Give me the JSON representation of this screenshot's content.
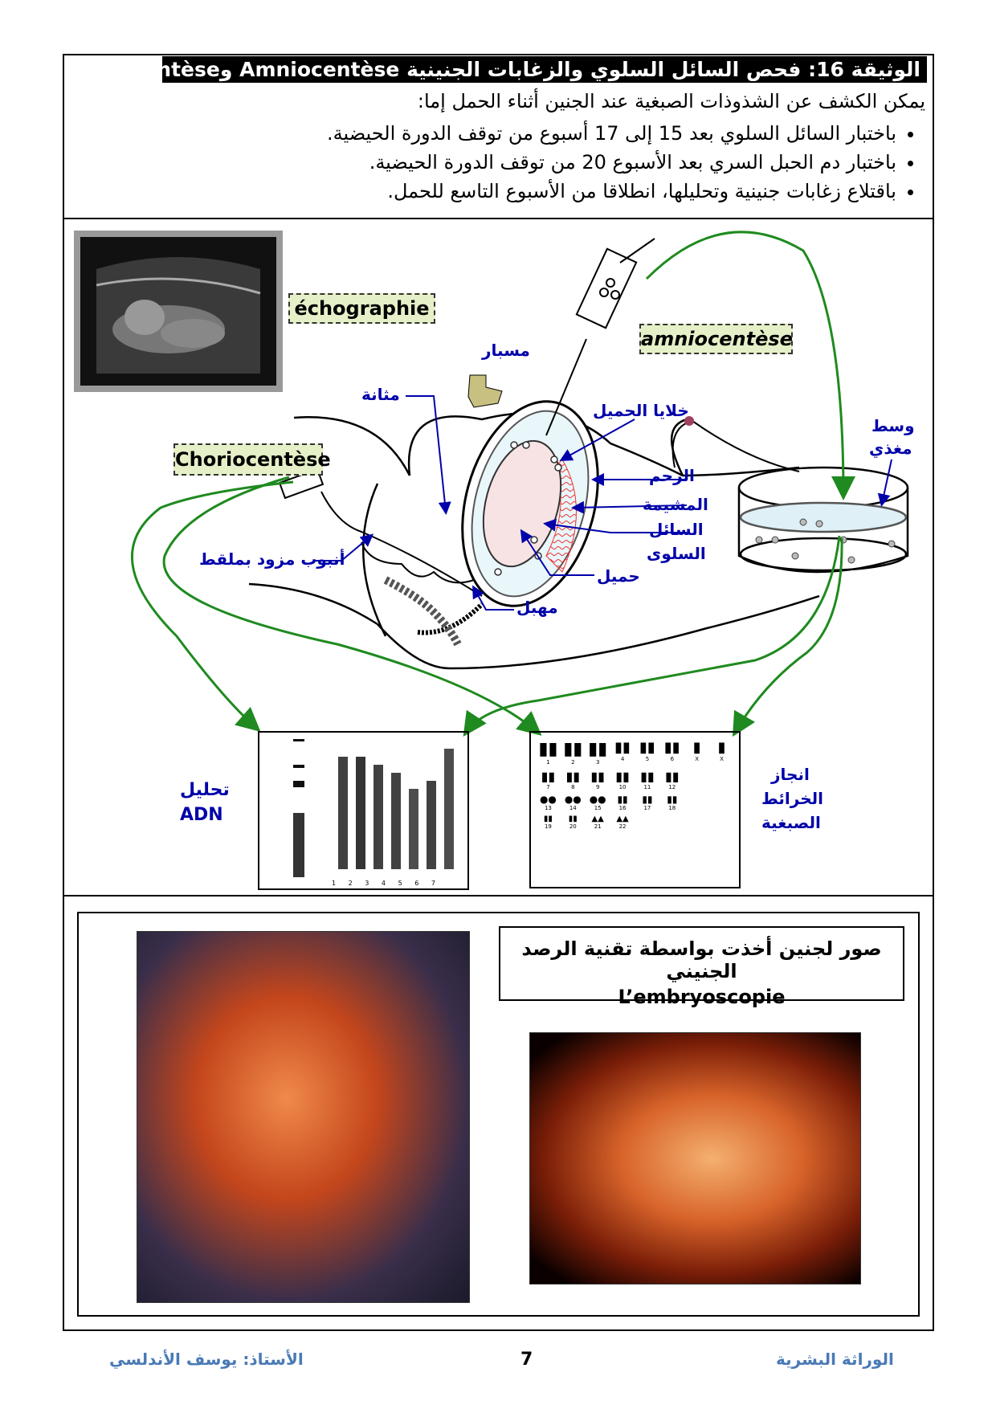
{
  "header": {
    "title": "الوثيقة 16: فحص السائل السلوي والزغابات الجنينية Amniocentèse وChoriocentèse."
  },
  "intro": {
    "text": "يمكن الكشف عن الشذوذات الصبغية عند الجنين أثناء الحمل إما:",
    "bullets": [
      "باختبار السائل السلوي بعد 15 إلى 17 أسبوع من توقف الدورة الحيضية.",
      "باختبار دم الحبل السري بعد الأسبوع 20 من توقف الدورة الحيضية.",
      "باقتلاع زغابات جنينية وتحليلها، انطلاقا من الأسبوع التاسع للحمل."
    ]
  },
  "diagram": {
    "echographie": "échographie",
    "amniocentese": "amniocentèse",
    "choriocentese": "Choriocentèse",
    "labels": {
      "probe": "مسبار",
      "bladder": "مثانة",
      "fetal_cells": "خلايا الحميل",
      "culture_medium_1": "وسط",
      "culture_medium_2": "مغذي",
      "uterus": "الرحم",
      "placenta": "المشيمة",
      "amniotic_fluid_1": "السائل",
      "amniotic_fluid_2": "السلوى",
      "fetus": "حميل",
      "vagina": "مهبل",
      "tube": "أنبوب مزود بملقط"
    },
    "dna_label_1": "تحليل",
    "dna_label_2": "ADN",
    "karyotype_label_1": "انجاز",
    "karyotype_label_2": "الخرائط",
    "karyotype_label_3": "الصبغية",
    "gel_lanes": [
      "1",
      "2",
      "3",
      "4",
      "5",
      "6",
      "7"
    ],
    "karyotype_numbers": [
      "1",
      "2",
      "3",
      "4",
      "5",
      "6",
      "X",
      "X",
      "7",
      "8",
      "9",
      "10",
      "11",
      "12",
      "13",
      "14",
      "15",
      "16",
      "17",
      "18",
      "19",
      "20",
      "21",
      "22"
    ]
  },
  "embryoscopy": {
    "caption_ar": "صور لجنين أخذت بواسطة تقنية الرصد الجنيني",
    "caption_fr": "L’embryoscopie"
  },
  "footer": {
    "author": "الأستاذ: يوسف الأندلسي",
    "page": "7",
    "subject": "الوراثة البشرية"
  },
  "colors": {
    "label_blue": "#0000aa",
    "arrow_green": "#1f8a1f",
    "footer_blue": "#4a7ab5"
  }
}
